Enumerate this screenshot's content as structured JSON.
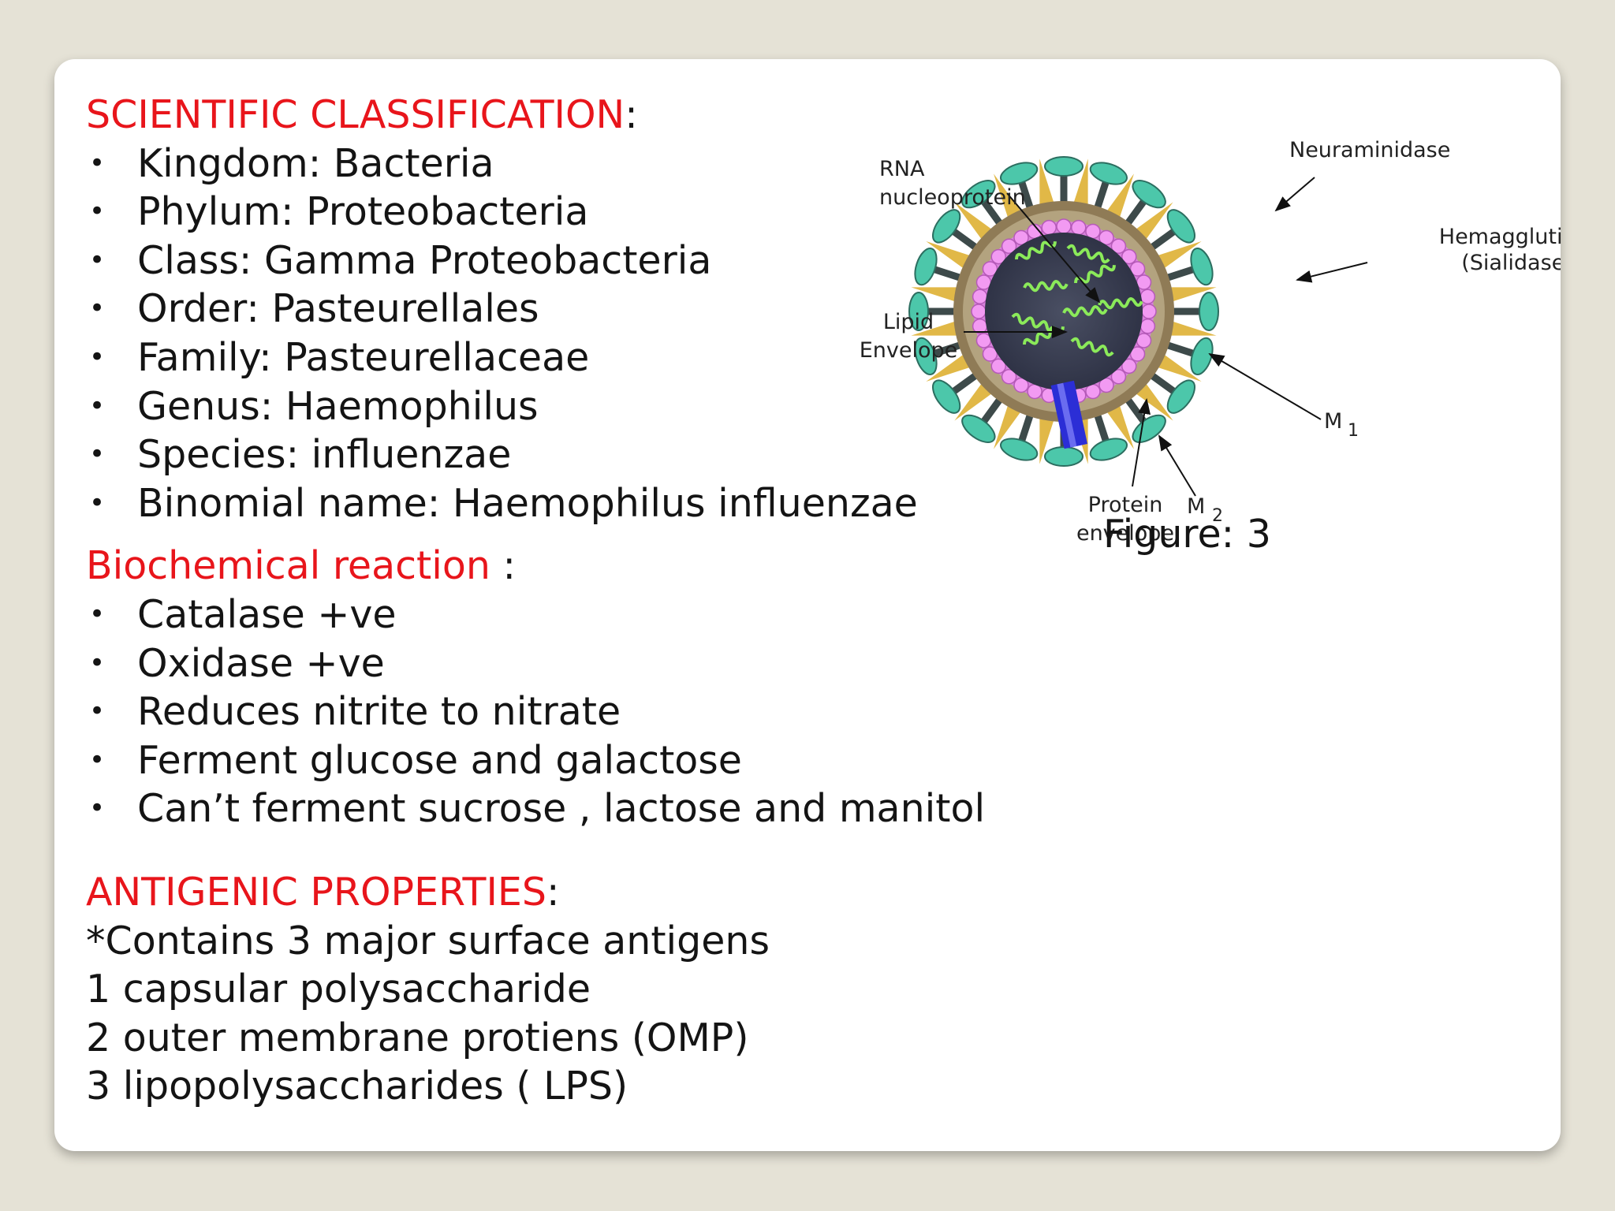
{
  "classification": {
    "heading": "SCIENTIFIC CLASSIFICATION",
    "heading_suffix": ":",
    "items": [
      "Kingdom: Bacteria",
      "Phylum: Proteobacteria",
      "Class: Gamma Proteobacteria",
      "Order: Pasteurellales",
      "Family: Pasteurellaceae",
      "Genus: Haemophilus",
      "Species: influenzae",
      "Binomial name: Haemophilus influenzae"
    ]
  },
  "biochemical": {
    "heading": "Biochemical reaction",
    "heading_suffix": " :",
    "items": [
      "Catalase +ve",
      "Oxidase +ve",
      "Reduces nitrite to nitrate",
      "Ferment glucose and galactose",
      "Can’t ferment sucrose , lactose and manitol"
    ]
  },
  "antigenic": {
    "heading": "ANTIGENIC PROPERTIES",
    "heading_suffix": ":",
    "lines": [
      "*Contains 3 major surface antigens",
      "1 capsular polysaccharide",
      "2 outer membrane protiens (OMP)",
      "3 lipopolysaccharides ( LPS)"
    ]
  },
  "figure": {
    "caption": "Figure: 3",
    "labels": {
      "rna_1": "RNA",
      "rna_2": "nucleoprotein",
      "neuraminidase": "Neuraminidase",
      "hemagglutinin_1": "Hemagglutinin",
      "hemagglutinin_2": "(Sialidase)",
      "lipid_1": "Lipid",
      "lipid_2": "Envelope",
      "m1": "M",
      "m1_sub": "1",
      "m2": "M",
      "m2_sub": "2",
      "protein_1": "Protein",
      "protein_2": "envelope"
    }
  },
  "colors": {
    "heading_red": "#e8151b",
    "text": "#141414",
    "background": "#e5e2d6",
    "slide": "#ffffff"
  }
}
